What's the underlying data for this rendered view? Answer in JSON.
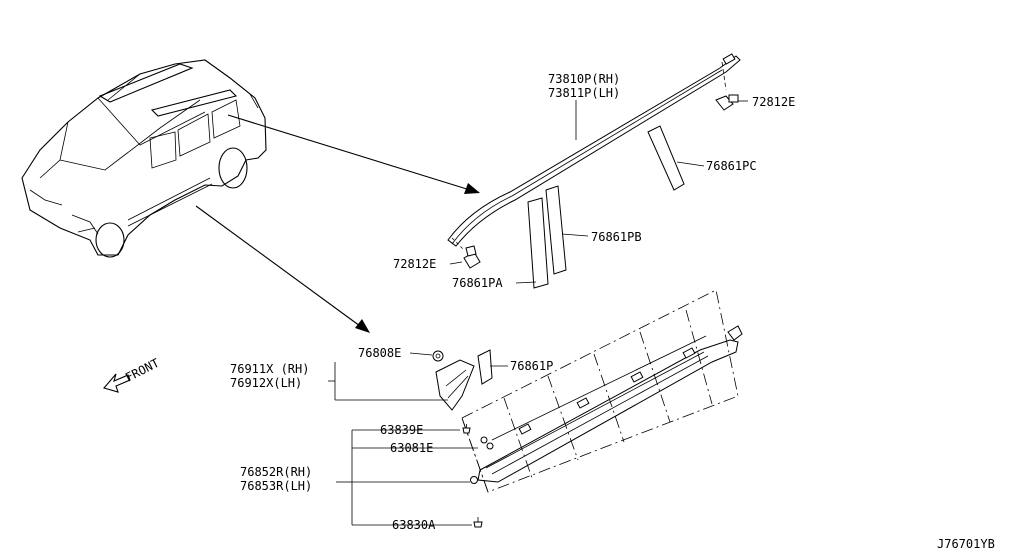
{
  "labels": {
    "roof_rail_rh": "73810P(RH)",
    "roof_rail_lh": "73811P(LH)",
    "clip_rear": "72812E",
    "clip_front": "72812E",
    "pc": "76861PC",
    "pb": "76861PB",
    "pa": "76861PA",
    "p": "76861P",
    "e76808": "76808E",
    "x76911": "76911X (RH)",
    "x76912": "76912X(LH)",
    "e63839": "63839E",
    "e63081": "63081E",
    "r76852": "76852R(RH)",
    "r76853": "76853R(LH)",
    "a63830": "63830A"
  },
  "front_label": "FRONT",
  "diagram_code": "J76701YB"
}
